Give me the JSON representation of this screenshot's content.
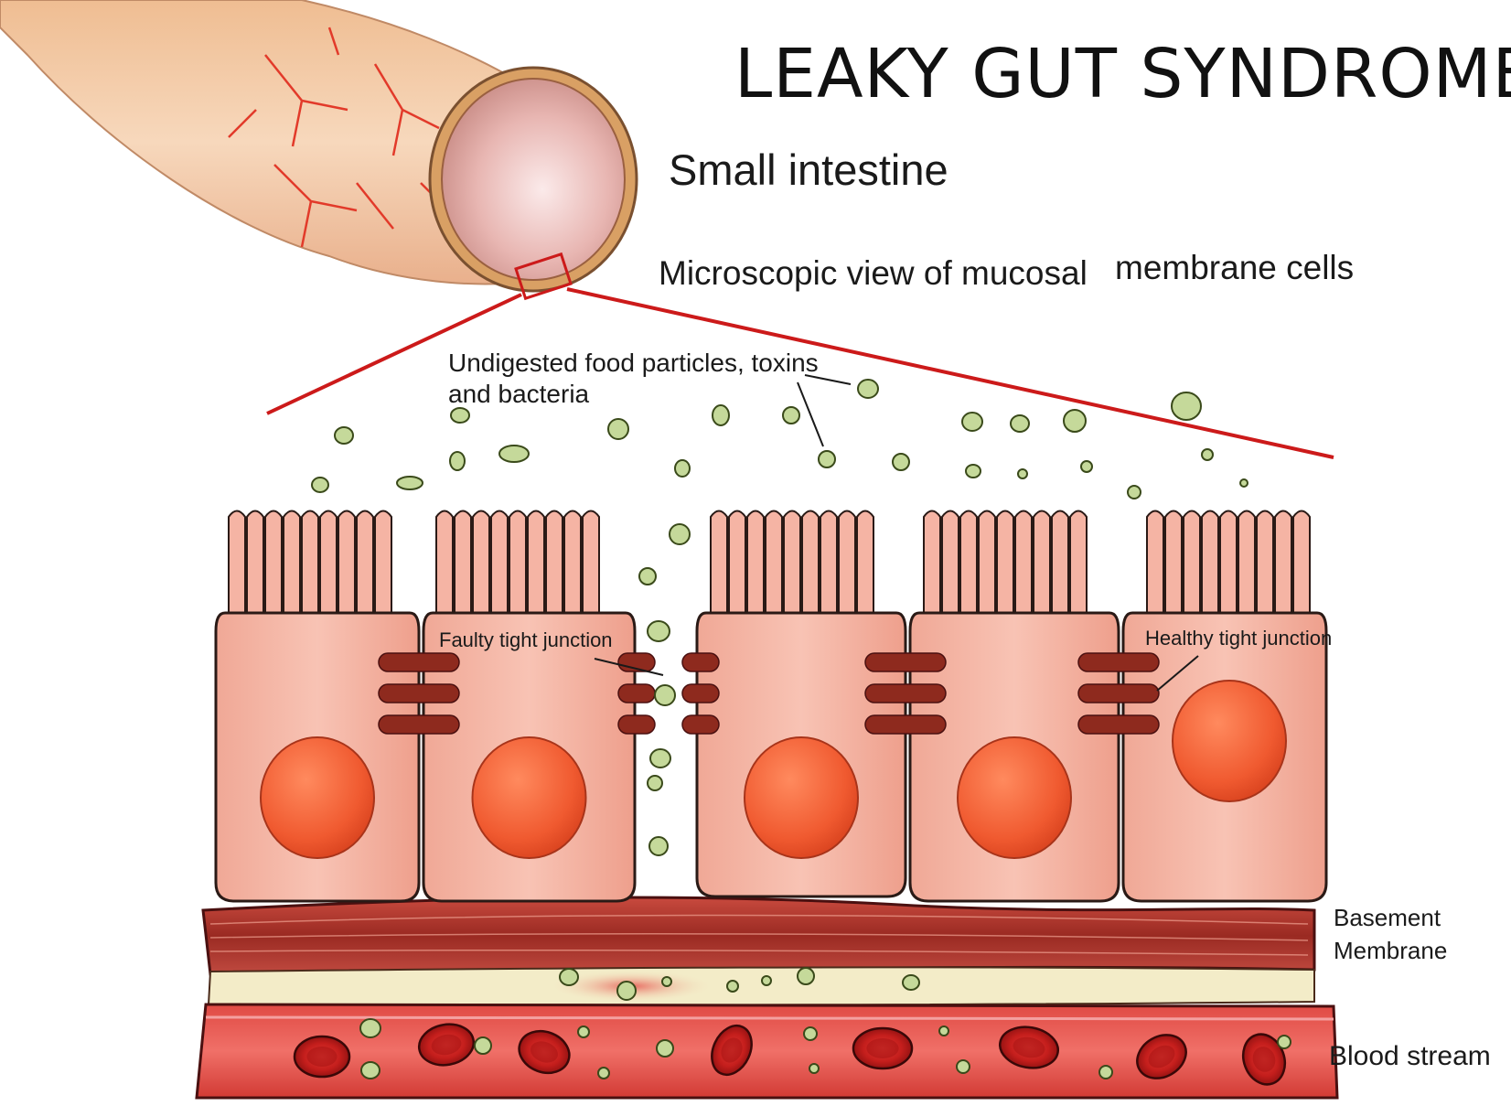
{
  "title": "LEAKY GUT SYNDROME",
  "labels": {
    "small_intestine": "Small intestine",
    "microscopic_view_part1": "Microscopic view of mucosal",
    "microscopic_view_part2": "membrane cells",
    "food_particles": "Undigested food particles, toxins\nand bacteria",
    "faulty_junction": "Faulty tight junction",
    "healthy_junction": "Healthy tight junction",
    "basement_membrane": "Basement\nMembrane",
    "blood_stream": "Blood stream"
  },
  "colors": {
    "cell_fill": "#f5b4a4",
    "cell_outline": "#2a1a16",
    "nucleus": "#f0603a",
    "junction": "#8e2a1e",
    "particle": "#c5d99a",
    "intestine": "#f2c6a2",
    "vessel_red": "#c62a2a",
    "zoom_line": "#cc1a1a",
    "membrane": "#a8302a"
  },
  "diagram": {
    "cell_count": 5,
    "leak_between_cells": [
      2,
      3
    ]
  }
}
